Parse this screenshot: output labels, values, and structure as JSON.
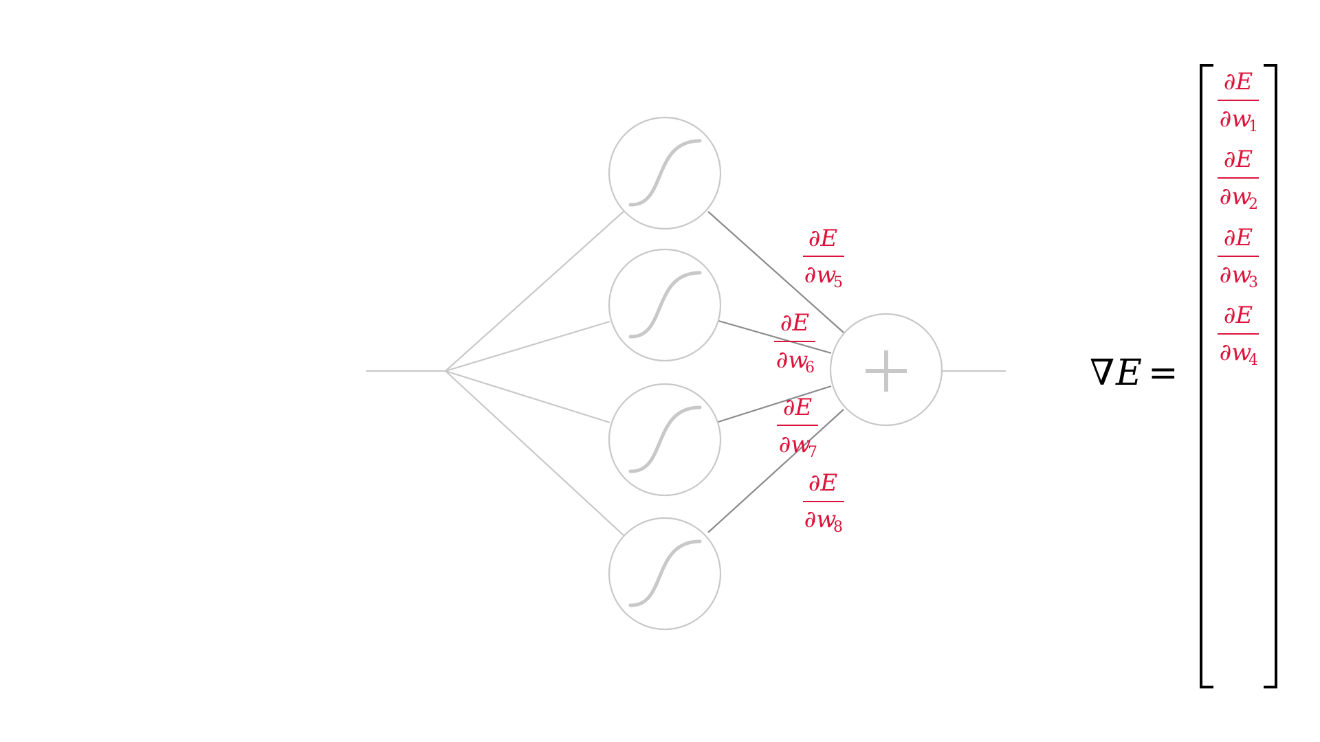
{
  "diagram": {
    "input_line_color": "#c8c8c8",
    "hidden_edge_color": "#8a8a8a",
    "node_stroke_color": "#c8c8c8",
    "sigmoid_color": "#c8c8c8",
    "plus_color": "#c8c8c8",
    "accent_color": "#dc143c",
    "hidden_nodes": [
      {
        "icon": "sigmoid-icon"
      },
      {
        "icon": "sigmoid-icon"
      },
      {
        "icon": "sigmoid-icon"
      },
      {
        "icon": "sigmoid-icon"
      }
    ],
    "output_node": {
      "icon": "plus-icon"
    },
    "edge_labels": [
      {
        "num": "∂E",
        "den": "∂w",
        "sub": "5"
      },
      {
        "num": "∂E",
        "den": "∂w",
        "sub": "6"
      },
      {
        "num": "∂E",
        "den": "∂w",
        "sub": "7"
      },
      {
        "num": "∂E",
        "den": "∂w",
        "sub": "8"
      }
    ]
  },
  "gradient": {
    "nabla": "∇",
    "symbol": "E",
    "equals": "=",
    "entries": [
      {
        "num": "∂E",
        "den": "∂w",
        "sub": "1"
      },
      {
        "num": "∂E",
        "den": "∂w",
        "sub": "2"
      },
      {
        "num": "∂E",
        "den": "∂w",
        "sub": "3"
      },
      {
        "num": "∂E",
        "den": "∂w",
        "sub": "4"
      }
    ]
  }
}
